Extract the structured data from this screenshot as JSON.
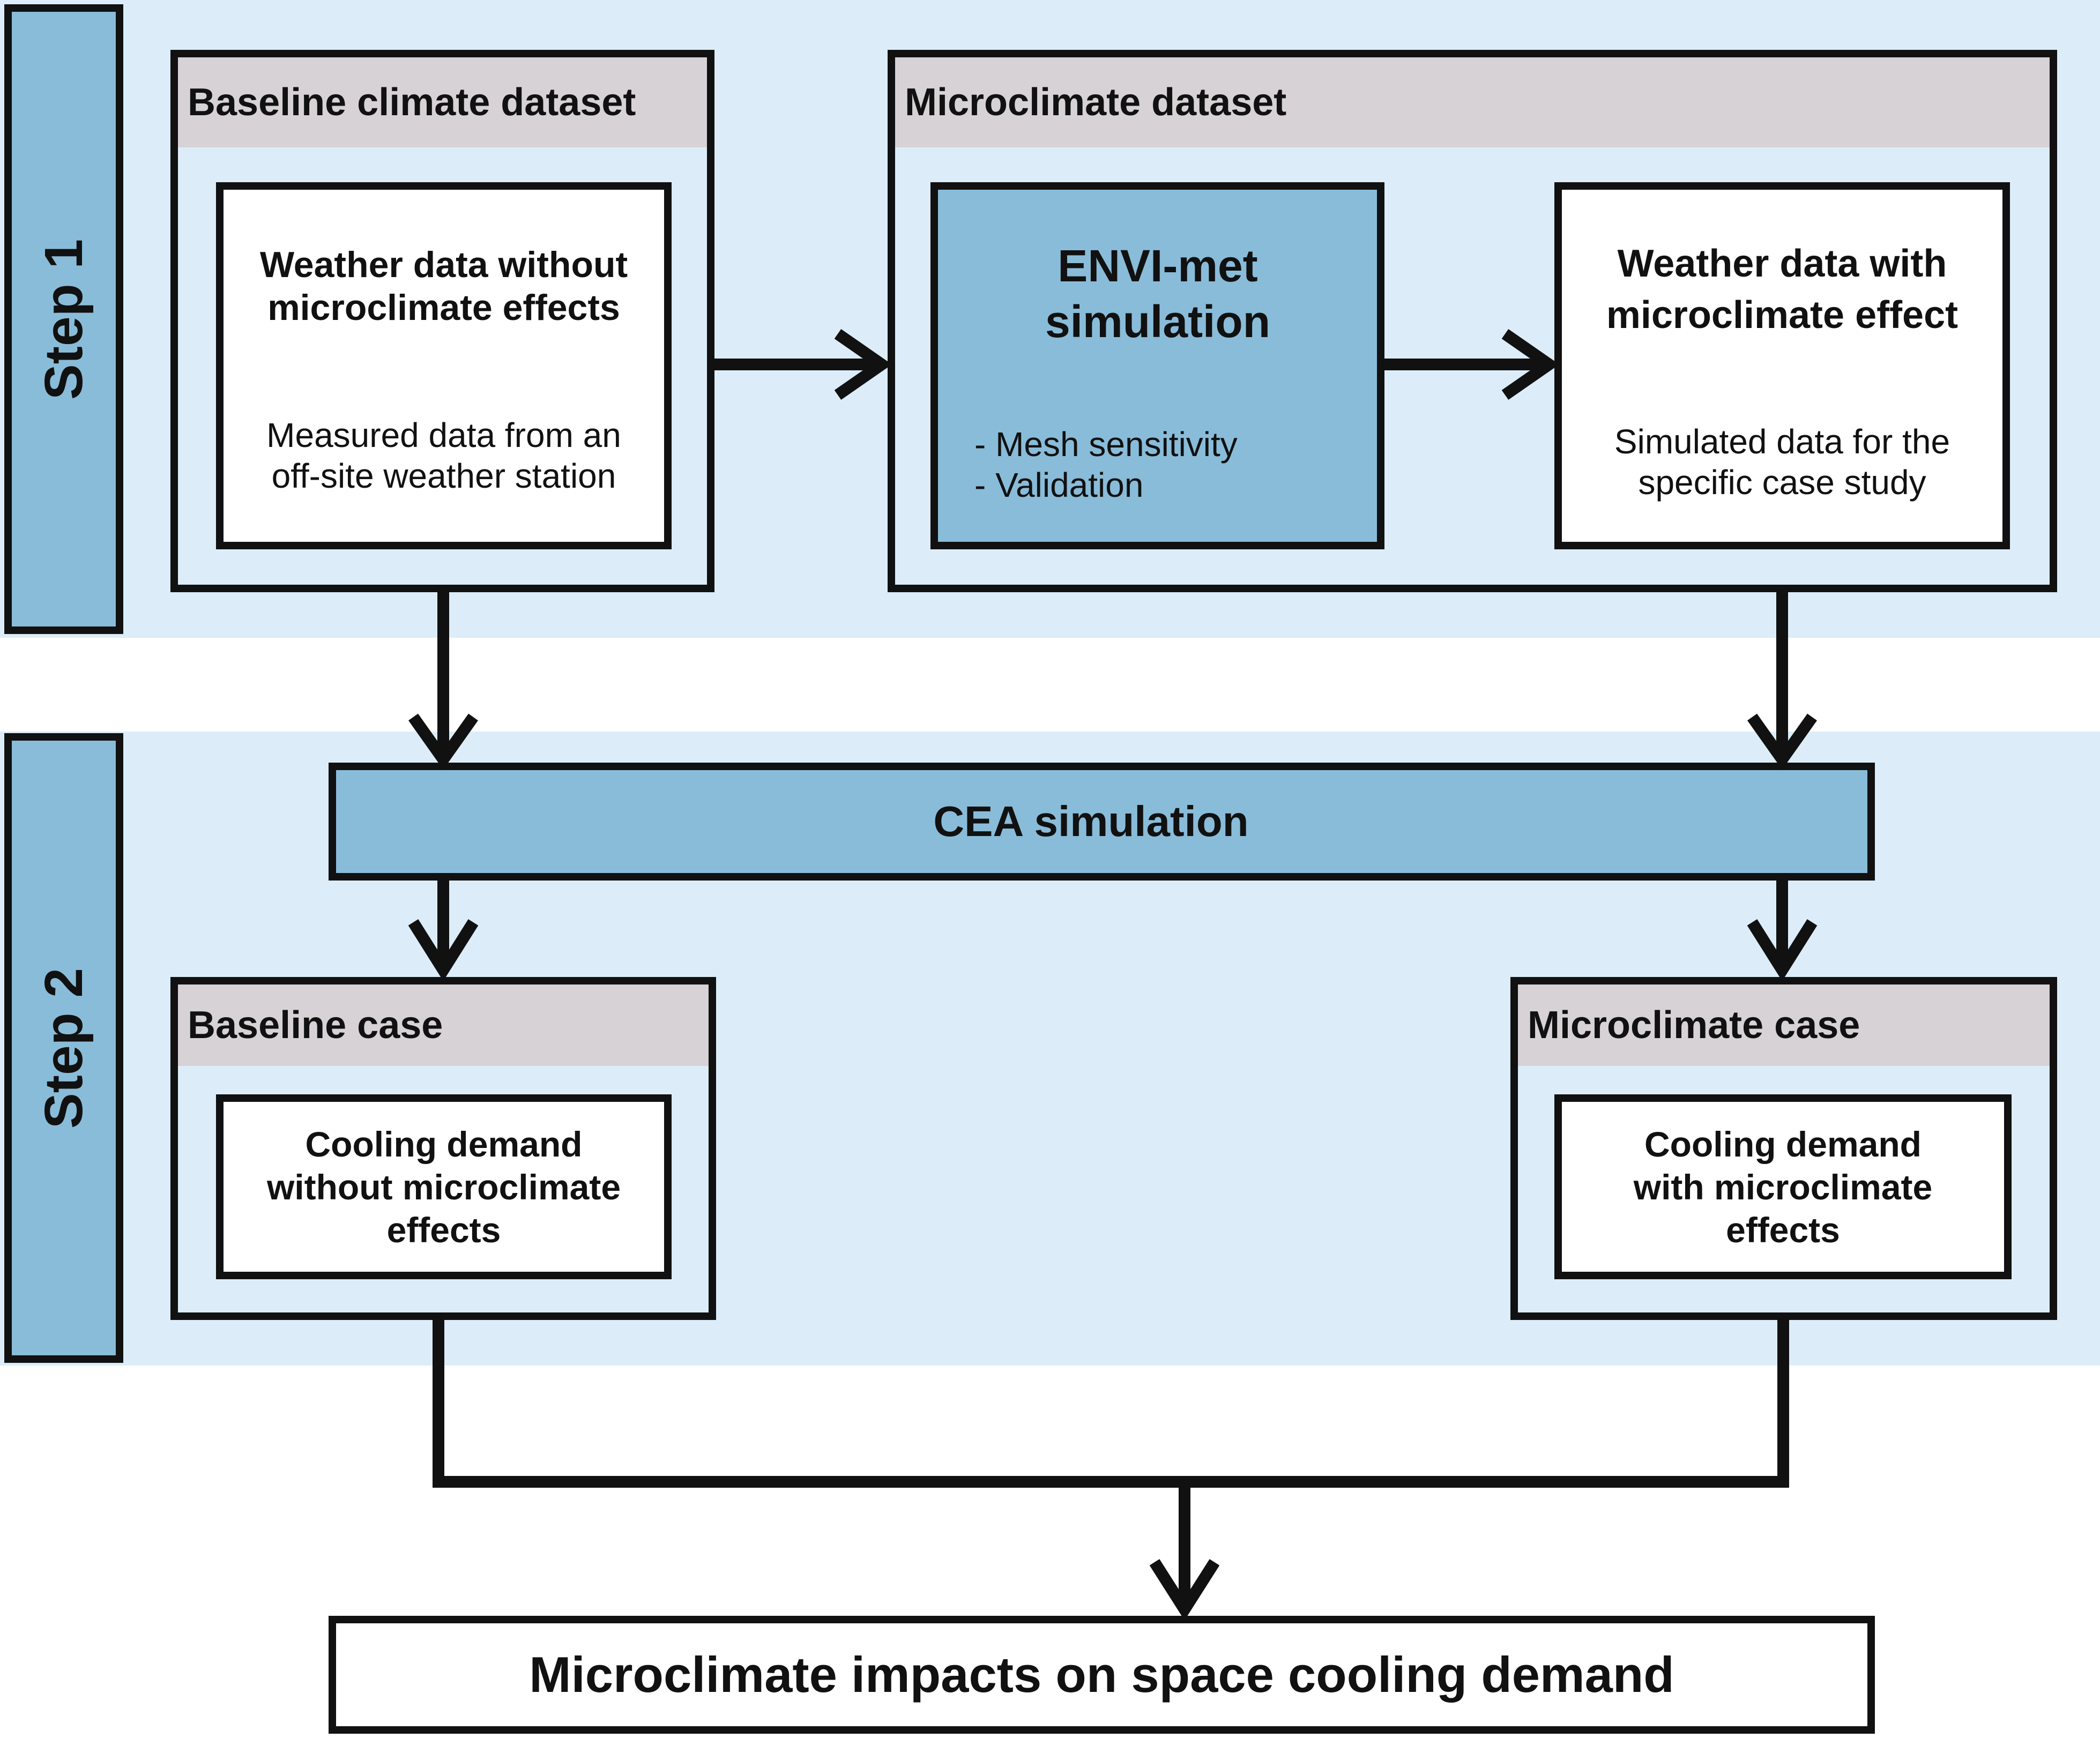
{
  "steps": {
    "step1": "Step 1",
    "step2": "Step 2"
  },
  "baseline_dataset": {
    "title": "Baseline climate dataset",
    "box_title": "Weather data without microclimate effects",
    "box_text": "Measured data from an off-site weather station"
  },
  "microclimate_dataset": {
    "title": "Microclimate dataset",
    "envimet_title": "ENVI-met simulation",
    "envimet_items": [
      "- Mesh sensitivity",
      "- Validation"
    ],
    "box_title": "Weather data with microclimate effect",
    "box_text": "Simulated data for the specific case study"
  },
  "cea": {
    "label": "CEA simulation"
  },
  "baseline_case": {
    "title": "Baseline case",
    "box_text": "Cooling demand without microclimate effects"
  },
  "microclimate_case": {
    "title": "Microclimate case",
    "box_text": "Cooling demand with microclimate effects"
  },
  "result": {
    "label": "Microclimate impacts on space cooling demand"
  },
  "colors": {
    "band": "#dcedf9",
    "accent_blue": "#89bcd9",
    "header_gray": "#d6d2d5",
    "line": "#111111"
  }
}
